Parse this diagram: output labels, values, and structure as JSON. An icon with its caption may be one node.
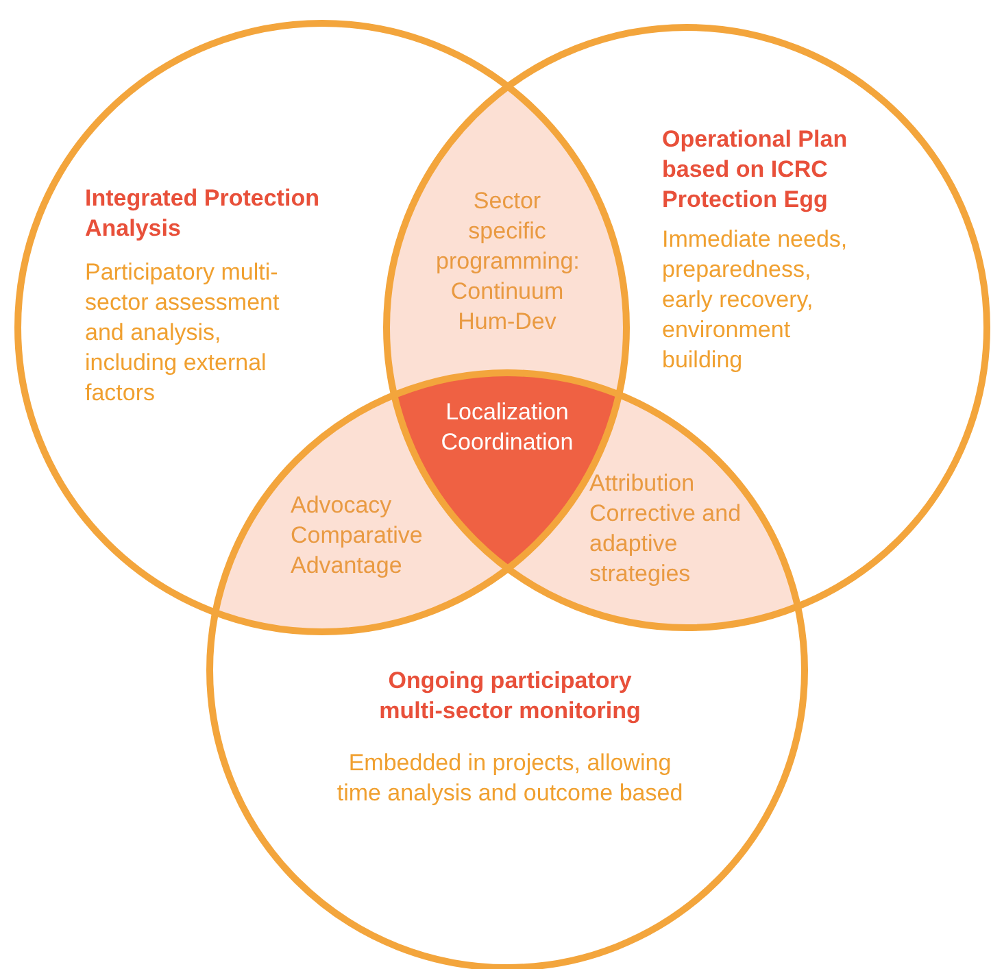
{
  "diagram": {
    "nodes": [
      {
        "text": [
          "Integrated Protection Analysis",
          "Participatory multi-sector assessment and analysis, including external factors"
        ]
      },
      {
        "text": [
          "Sector specific programming: Continuum Hum-Dev"
        ]
      },
      {
        "text": [
          "Operational Plan based on ICRC Protection Egg",
          "Immediate needs, preparedness, early recovery, environment building"
        ]
      },
      {
        "text": [
          "Localization Coordination"
        ]
      },
      {
        "text": [
          "Advocacy Comparative Advantage"
        ]
      },
      {
        "text": [
          "Attribution Corrective and adaptive strategies"
        ]
      },
      {
        "text": [
          "Ongoing participatory multi-sector monitoring",
          "Embedded in projects, allowing time analysis and outcome based"
        ]
      }
    ]
  }
}
